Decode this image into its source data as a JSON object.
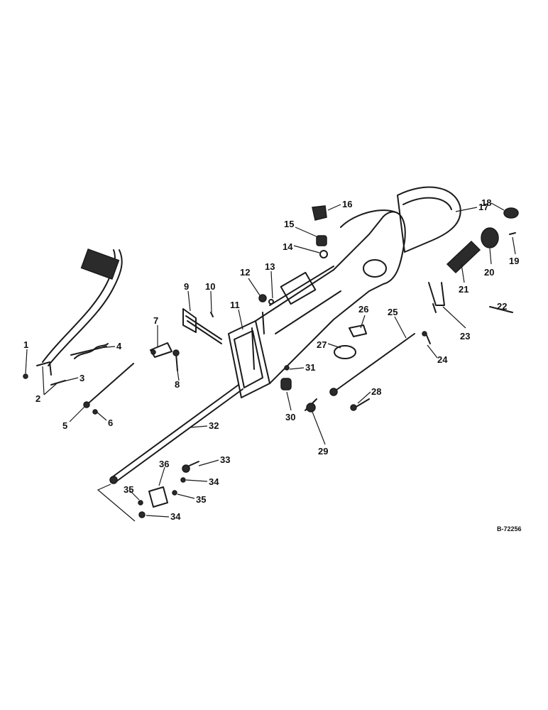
{
  "drawing_number": "B-72256",
  "callouts": [
    {
      "id": "1",
      "label": "1"
    },
    {
      "id": "2",
      "label": "2"
    },
    {
      "id": "3",
      "label": "3"
    },
    {
      "id": "4",
      "label": "4"
    },
    {
      "id": "5",
      "label": "5"
    },
    {
      "id": "6",
      "label": "6"
    },
    {
      "id": "7",
      "label": "7"
    },
    {
      "id": "8",
      "label": "8"
    },
    {
      "id": "9",
      "label": "9"
    },
    {
      "id": "10",
      "label": "10"
    },
    {
      "id": "11",
      "label": "11"
    },
    {
      "id": "12",
      "label": "12"
    },
    {
      "id": "13",
      "label": "13"
    },
    {
      "id": "14",
      "label": "14"
    },
    {
      "id": "15",
      "label": "15"
    },
    {
      "id": "16",
      "label": "16"
    },
    {
      "id": "17",
      "label": "17"
    },
    {
      "id": "18",
      "label": "18"
    },
    {
      "id": "19",
      "label": "19"
    },
    {
      "id": "20",
      "label": "20"
    },
    {
      "id": "21",
      "label": "21"
    },
    {
      "id": "22",
      "label": "22"
    },
    {
      "id": "23",
      "label": "23"
    },
    {
      "id": "24",
      "label": "24"
    },
    {
      "id": "25",
      "label": "25"
    },
    {
      "id": "26",
      "label": "26"
    },
    {
      "id": "27",
      "label": "27"
    },
    {
      "id": "28",
      "label": "28"
    },
    {
      "id": "29",
      "label": "29"
    },
    {
      "id": "30",
      "label": "30"
    },
    {
      "id": "31",
      "label": "31"
    },
    {
      "id": "32",
      "label": "32"
    },
    {
      "id": "33",
      "label": "33"
    },
    {
      "id": "34a",
      "label": "34"
    },
    {
      "id": "35a",
      "label": "35"
    },
    {
      "id": "36",
      "label": "36"
    },
    {
      "id": "35b",
      "label": "35"
    },
    {
      "id": "34b",
      "label": "34"
    }
  ]
}
